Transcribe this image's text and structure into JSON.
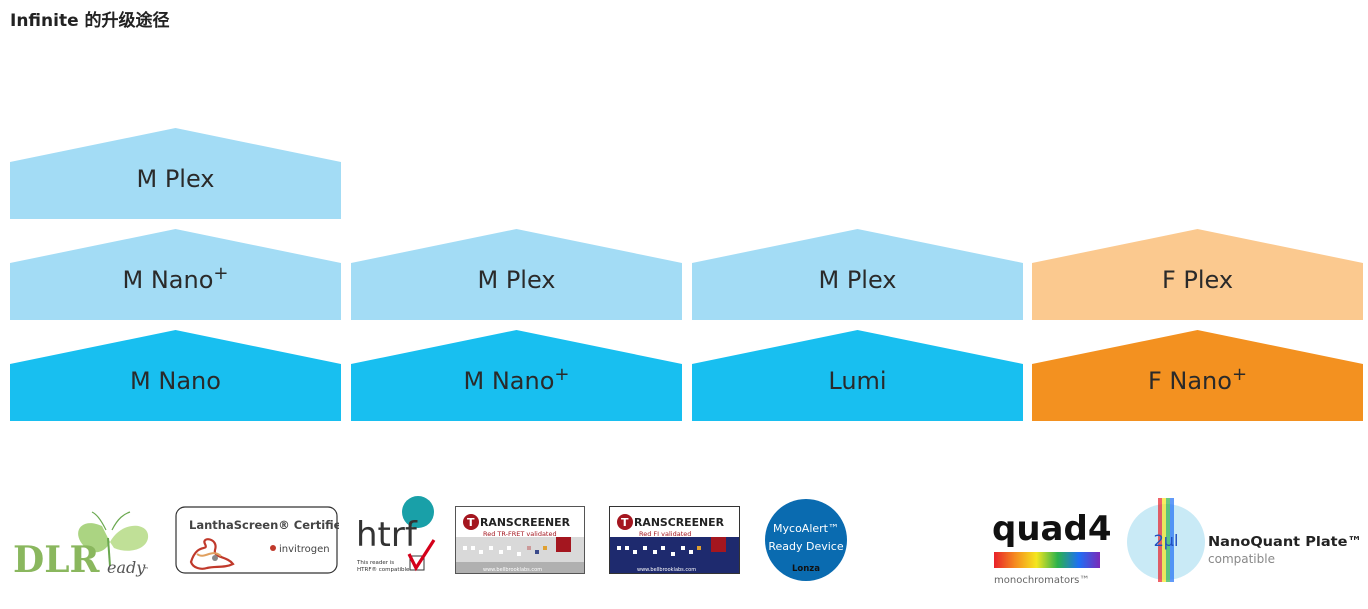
{
  "page": {
    "title": "Infinite 的升级途径"
  },
  "colors": {
    "light_blue": "#a3dcf5",
    "blue": "#18bff0",
    "light_orange": "#fbc98f",
    "orange": "#f39120"
  },
  "upgrade_paths": [
    {
      "column": 1,
      "tiers": [
        {
          "label": "M Nano",
          "sup": "",
          "color": "blue"
        },
        {
          "label": "M Nano",
          "sup": "+",
          "color": "light_blue"
        },
        {
          "label": "M Plex",
          "sup": "",
          "color": "light_blue"
        }
      ]
    },
    {
      "column": 2,
      "tiers": [
        {
          "label": "M Nano",
          "sup": "+",
          "color": "blue"
        },
        {
          "label": "M Plex",
          "sup": "",
          "color": "light_blue"
        }
      ]
    },
    {
      "column": 3,
      "tiers": [
        {
          "label": "Lumi",
          "sup": "",
          "color": "blue"
        },
        {
          "label": "M Plex",
          "sup": "",
          "color": "light_blue"
        }
      ]
    },
    {
      "column": 4,
      "tiers": [
        {
          "label": "F Nano",
          "sup": "+",
          "color": "orange"
        },
        {
          "label": "F Plex",
          "sup": "",
          "color": "light_orange"
        }
      ]
    }
  ],
  "logos": {
    "dlr": {
      "text": "DLR",
      "sub": "eady",
      "tm": "™"
    },
    "lanthascreen": {
      "title": "LanthaScreen® Certified",
      "brand": "invitrogen"
    },
    "htrf": {
      "text": "htrf",
      "note1": "This reader is",
      "note2": "HTRF® compatible"
    },
    "transcreener_1": {
      "text": "RANSCREENER",
      "initial": "T",
      "sub": "Red TR-FRET validated",
      "url": "www.bellbrooklabs.com"
    },
    "transcreener_2": {
      "text": "RANSCREENER",
      "initial": "T",
      "sub": "Red FI validated",
      "url": "www.bellbrooklabs.com"
    },
    "mycoalert": {
      "line1": "MycoAlert™",
      "line2": "Ready Device",
      "brand": "Lonza"
    },
    "quad4": {
      "text": "quad4",
      "sub": "monochromators™"
    },
    "nanoquant": {
      "volume": "2µl",
      "title": "NanoQuant Plate™",
      "sub": "compatible"
    }
  }
}
